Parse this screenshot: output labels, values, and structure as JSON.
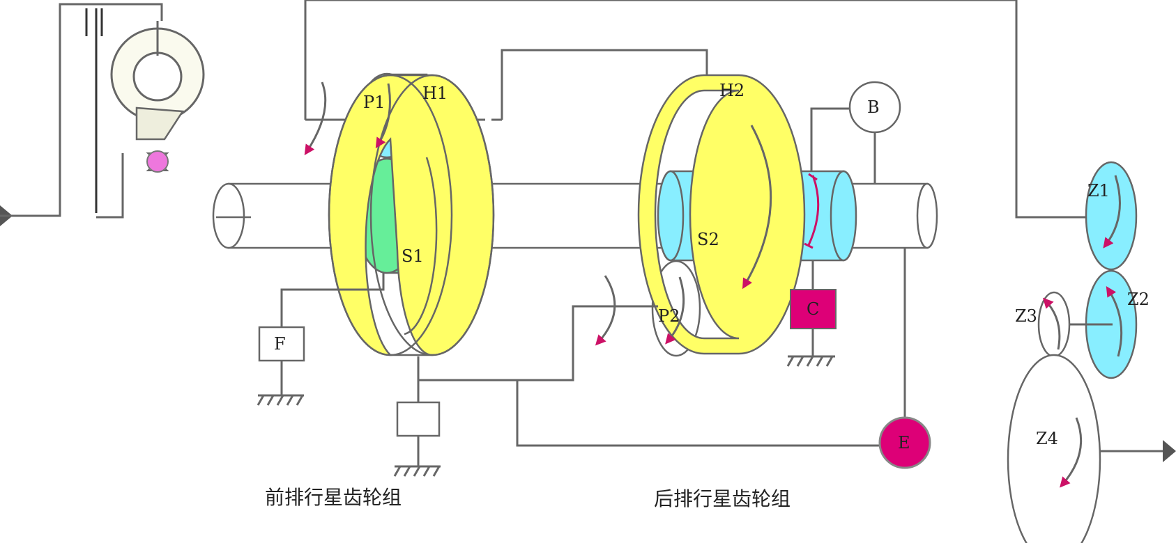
{
  "labels": {
    "P1": "P1",
    "H1": "H1",
    "H2": "H2",
    "B": "B",
    "S1": "S1",
    "S2": "S2",
    "P2": "P2",
    "C": "C",
    "F": "F",
    "E": "E",
    "Z1": "Z1",
    "Z2": "Z2",
    "Z3": "Z3",
    "Z4": "Z4"
  },
  "captions": {
    "front": "前排行星齿轮组",
    "rear": "后排行星齿轮组"
  },
  "colors": {
    "ring": "#ffff66",
    "sun_front": "#66ee99",
    "cyan": "#88eeff",
    "magenta": "#dd0077",
    "arrow": "#cc1166",
    "line": "#666666",
    "pink": "#ee77dd"
  }
}
